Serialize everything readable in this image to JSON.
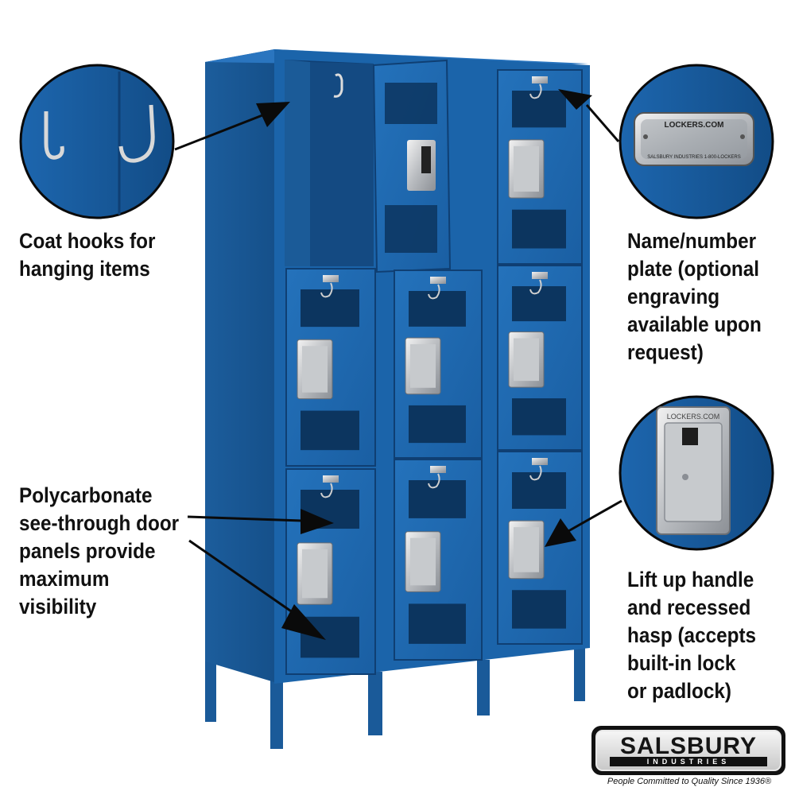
{
  "callouts": {
    "coat_hooks": "Coat hooks for\nhanging items",
    "name_plate": "Name/number\nplate (optional\nengraving\navailable upon\nrequest)",
    "polycarbonate": "Polycarbonate\nsee-through door\npanels provide\nmaximum\nvisibility",
    "handle": "Lift up handle\nand recessed\nhasp (accepts\nbuilt-in lock\nor padlock)"
  },
  "plate_text": {
    "top": "LOCKERS.COM",
    "bottom": "SALSBURY INDUSTRIES   1-800-LOCKERS"
  },
  "hasp_text": "LOCKERS.COM",
  "brand": {
    "name": "SALSBURY",
    "sub": "INDUSTRIES",
    "tagline": "People Committed to Quality Since 1936®"
  },
  "colors": {
    "locker_blue": "#1b64aa",
    "locker_dark": "#0f3f73",
    "accent": "#111111"
  }
}
